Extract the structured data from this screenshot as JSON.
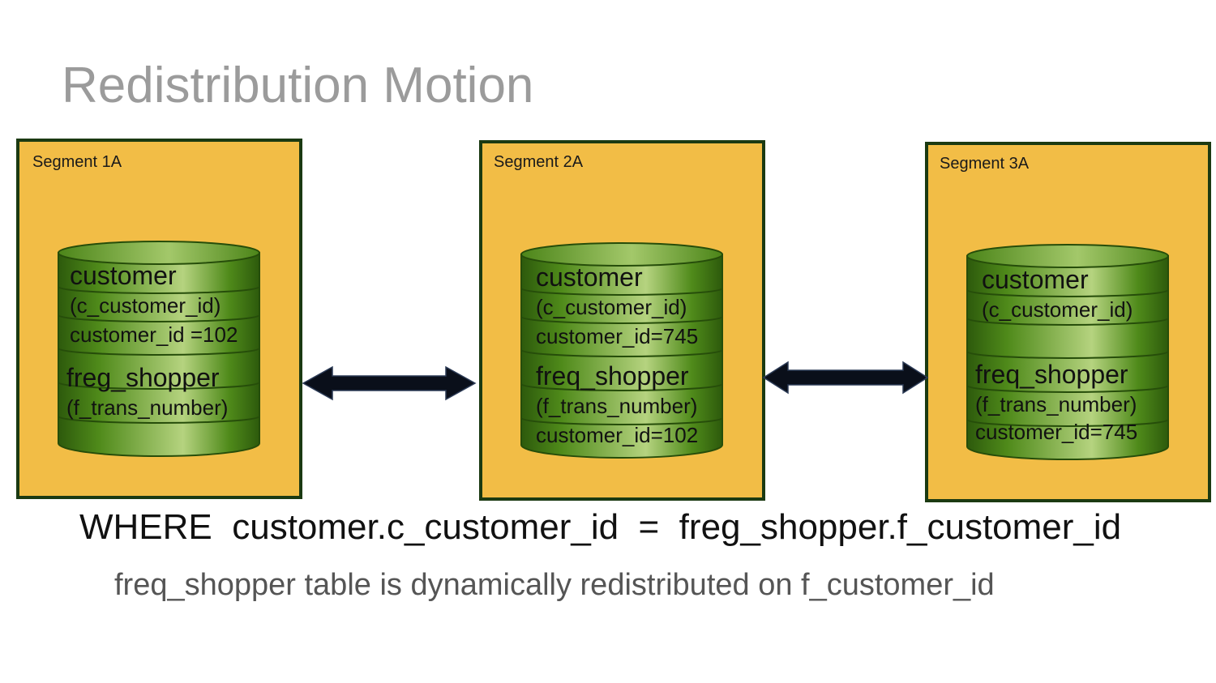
{
  "title": "Redistribution Motion",
  "segments": [
    {
      "label": "Segment 1A",
      "customer_table": "customer",
      "customer_key": "(c_customer_id)",
      "customer_value": "customer_id =102",
      "shopper_table": "freg_shopper",
      "shopper_key": "(f_trans_number)",
      "shopper_value": ""
    },
    {
      "label": "Segment 2A",
      "customer_table": "customer",
      "customer_key": "(c_customer_id)",
      "customer_value": "customer_id=745",
      "shopper_table": "freq_shopper",
      "shopper_key": "(f_trans_number)",
      "shopper_value": "customer_id=102"
    },
    {
      "label": "Segment 3A",
      "customer_table": "customer",
      "customer_key": "(c_customer_id)",
      "customer_value": "",
      "shopper_table": "freq_shopper",
      "shopper_key": "(f_trans_number)",
      "shopper_value": "customer_id=745"
    }
  ],
  "where_clause": "WHERE  customer.c_customer_id  =  freg_shopper.f_customer_id",
  "note": "freq_shopper table is dynamically redistributed on f_customer_id",
  "colors": {
    "title": "#9b9b9b",
    "segment_fill": "#f2bd46",
    "segment_border": "#1b3a12",
    "cylinder": "#4f8a1a",
    "arrow": "#0a0f1a"
  }
}
